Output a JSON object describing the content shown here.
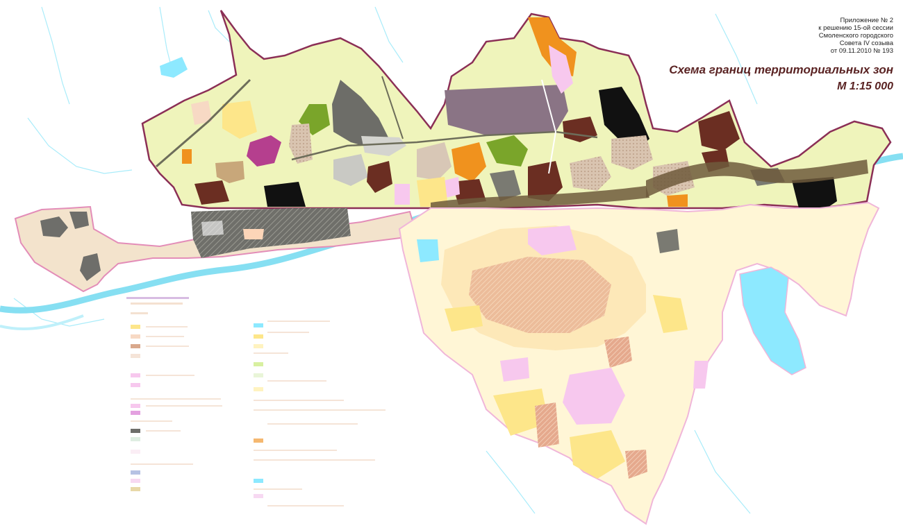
{
  "header": {
    "lines": [
      "Приложение № 2",
      "к решению 15-ой сессии",
      "Смоленского городского",
      "Совета IV созыва",
      "от 09.11.2010 № 193"
    ]
  },
  "title": {
    "line1": "Схема границ территориальных зон",
    "line2": "М 1:15 000"
  },
  "colors": {
    "boundary": "#8b2f56",
    "zone_light_yellow": "#eef3b8",
    "zone_yellow": "#fde68a",
    "zone_pink": "#f7c8ee",
    "zone_dark_brown": "#6b2e22",
    "zone_gray": "#7a7a72",
    "zone_purple_gray": "#8a7485",
    "zone_orange": "#f0921e",
    "zone_black": "#111111",
    "water_cyan": "#8de9ff",
    "river": "#7cd8ee",
    "zone_green": "#7aa52a",
    "zone_magenta": "#b53f8e"
  }
}
